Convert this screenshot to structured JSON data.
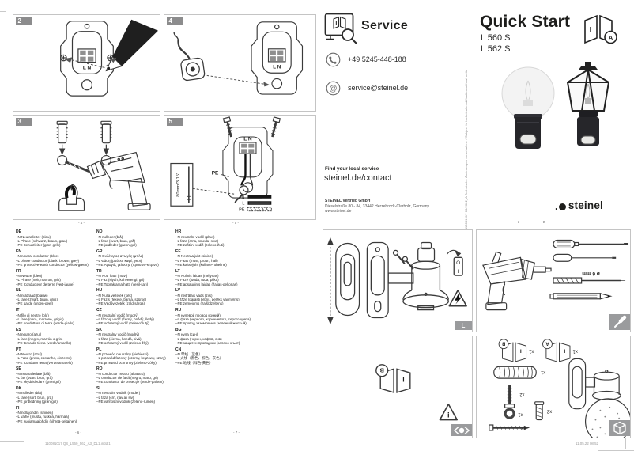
{
  "quick_start": {
    "title": "Quick Start",
    "models": [
      "L 560 S",
      "L 562 S"
    ],
    "booklet_icon_letter": "I",
    "booklet_icon_circle": "A",
    "brand": "steinel"
  },
  "service": {
    "title": "Service",
    "icon_letter": "I",
    "phone": "+49 5245-448-188",
    "email": "service@steinel.de",
    "find_local_heading": "Find your local service",
    "find_local_url": "steinel.de/contact",
    "company": "STEINEL Vertrieb GmbH",
    "address": "Dieselstraße 80 - 84, 33442 Herzebrock-Clarholz, Germany",
    "website": "www.steinel.de",
    "side_note": "110081017  08/2022_A  Technische Änderungen vorbehalten. / Subject to technical modification without notice."
  },
  "figures": {
    "panel2": {
      "number": "2",
      "terminal": "L N"
    },
    "panel3": {
      "number": "3"
    },
    "panel4": {
      "number": "4",
      "terminal": "L N"
    },
    "panel5": {
      "number": "5",
      "terminal": "L N",
      "pe": "PE",
      "depth_callout": "80mm/3.15\"",
      "legend": [
        "N",
        "L",
        "PE"
      ]
    },
    "install": {
      "tab": "L",
      "switch_off": "O",
      "switch_on": "I"
    },
    "manual_ref": {
      "booklet_letter": "B",
      "booklet_page": "I"
    },
    "tools": {
      "bit_diameter": "ø 6 mm"
    },
    "contents": {
      "booklet_b": "B",
      "booklet_a": "A",
      "booklet_page": "I",
      "items": [
        {
          "name": "manual-part-b",
          "qty": "x1"
        },
        {
          "name": "manual-part-a",
          "qty": "x1"
        },
        {
          "name": "foam-strip",
          "qty": "x1"
        },
        {
          "name": "screw",
          "qty": "x2"
        },
        {
          "name": "sealing-ring",
          "qty": "x1"
        },
        {
          "name": "wall-plug",
          "qty": "x2"
        },
        {
          "name": "mounting-screw",
          "qty": "x2"
        }
      ]
    }
  },
  "wiring": {
    "languages": [
      {
        "code": "DE",
        "lines": [
          "–N  Neutralleiter (blau)",
          "–L  Phase (schwarz, braun, grau)",
          "–PE  Schutzleiter (grün-gelb)"
        ]
      },
      {
        "code": "EN",
        "lines": [
          "–N  neutral conductor (blue)",
          "–L  phase conductor (black, brown, grey)",
          "–PE  protective-earth conductor (yellow-green)"
        ]
      },
      {
        "code": "FR",
        "lines": [
          "–N  Neutre (bleu)",
          "–L  Phase (noir, marron, gris)",
          "–PE  Conducteur de terre (vert-jaune)"
        ]
      },
      {
        "code": "NL",
        "lines": [
          "–N  nuldraad (blauw)",
          "–L  fase (zwart, bruin, grijs)",
          "–PE  aarde (groen-geel)"
        ]
      },
      {
        "code": "IT",
        "lines": [
          "–N  filo di neutro (blu)",
          "–L  fase (nero, marrone, grigio)",
          "–PE  conduttore di terra (verde-giallo)"
        ]
      },
      {
        "code": "ES",
        "lines": [
          "–N  neutro (azul)",
          "–L  fase (negro, marrón o gris)",
          "–PE  toma de tierra (verde/amarillo)"
        ]
      },
      {
        "code": "PT",
        "lines": [
          "–N  Neutro (azul)",
          "–L  Fase (preto, castanho, cinzento)",
          "–PE  Condutor terra (verde/amarelo)"
        ]
      },
      {
        "code": "SE",
        "lines": [
          "–N  neutralledare (blå)",
          "–L  fas (svart, brun, grå)",
          "–PE  skyddsledare (grön/gul)"
        ]
      },
      {
        "code": "DK",
        "lines": [
          "–N  nulleder (blå)",
          "–L  fase (sort, brun, grå)",
          "–PE  jordledning (grøn-gul)"
        ]
      },
      {
        "code": "FI",
        "lines": [
          "–N  nollajohdin (sininen)",
          "–L  vaihe (musta, ruskea, harmaa)",
          "–PE  suojamaajohdin (vihreä-keltainen)"
        ]
      },
      {
        "code": "NO",
        "lines": [
          "–N  nulleder (blå)",
          "–L  fase (svart, brun, grå)",
          "–PE  jordleder (grønn-gul)"
        ]
      },
      {
        "code": "GR",
        "lines": [
          "–N  Ουδέτερος αγωγός (μπλε)",
          "–L  Φάση (μαύρο, καφέ, γκρι)",
          "–PE  Αγωγός γείωσης (πράσινο-κίτρινο)"
        ]
      },
      {
        "code": "TR",
        "lines": [
          "–N  Nötr hattı (mavi)",
          "–L  Faz (siyah, kahverengi, gri)",
          "–PE  Topraklama hattı (yeşil-sarı)"
        ]
      },
      {
        "code": "HU",
        "lines": [
          "–N  Nulla vezeték (kék)",
          "–L  Fázis (fekete, barna, szürke)",
          "–PE  Védővezeték (zöld-sárga)"
        ]
      },
      {
        "code": "CZ",
        "lines": [
          "–N  neutrální vodič (modrý)",
          "–L  fázový vodič (černý, hnědý, šedý)",
          "–PE  ochranný vodič (zelenožlutý)"
        ]
      },
      {
        "code": "SK",
        "lines": [
          "–N  neutrálny vodič (modrý)",
          "–L  fáza (čierna, hnedá, sivá)",
          "–PE  ochranný vodič (zeleno-žltý)"
        ]
      },
      {
        "code": "PL",
        "lines": [
          "–N  przewód neutralny (niebieski)",
          "–L  przewód fazowy (czarny, brązowy, szary)",
          "–PE  przewód ochronny (zielono-żółty)"
        ]
      },
      {
        "code": "RO",
        "lines": [
          "–N  conductor neutru (albastru)",
          "–L  conductor de fază (negru, maro, gri)",
          "–PE  conductor de protecţie (verde-galben)"
        ]
      },
      {
        "code": "SI",
        "lines": [
          "–N  nevtralni vodnik (moder)",
          "–L  faza (črn, rjav ali siv)",
          "–PE  varnostni vodnik (zeleno-rumen)"
        ]
      },
      {
        "code": "HR",
        "lines": [
          "–N  neutralni vodič (plavi)",
          "–L  faza (crna, smeđa, siva)",
          "–PE  zaštitni vodič (zeleno-žuti)"
        ]
      },
      {
        "code": "EE",
        "lines": [
          "–N  Neutraaljuht (sinine)",
          "–L  Faas (must, pruun, hall)",
          "–PE  kaitsejuht (kollane-roheline)"
        ]
      },
      {
        "code": "LT",
        "lines": [
          "–N  Nulinis laidas (mėlynas)",
          "–L  Fazė (juoda, ruda, pilka)",
          "–PE  apsauginis laidas (žalias-geltonas)"
        ]
      },
      {
        "code": "LV",
        "lines": [
          "–N  neitrālais vads (zils)",
          "–L  fāze (parasti brūns, pelēks vai melns)",
          "–PE  zemējums (zaļš/dzeltens)"
        ]
      },
      {
        "code": "RU",
        "lines": [
          "–N  нулевой провод (синий)",
          "–L  фаза (черного, коричневого, серого цвета)",
          "–PE  провод заземления (зеленый-желтый)"
        ]
      },
      {
        "code": "BG",
        "lines": [
          "–N  нула (син)",
          "–L  фаза (черен, кафяв, сив)",
          "–PE  защитен проводник (зелено-жълт)"
        ]
      },
      {
        "code": "CN",
        "lines": [
          "–N  零线（蓝色）",
          "–L  火线（黑色、棕色、灰色）",
          "–PE  地线（绿色-黄色）"
        ]
      }
    ]
  },
  "page_marks": {
    "figures_left": "- 4 -",
    "figures_right": "- 5 -",
    "wiring_left": "- 6 -",
    "wiring_right": "- 7 -",
    "rotated_left": "- 2 -",
    "rotated_right": "- 3 -"
  },
  "footer": {
    "left": "110081017 QS_L560_562_A3_DL1.indd 1",
    "right": "11.05.22   08:52"
  }
}
